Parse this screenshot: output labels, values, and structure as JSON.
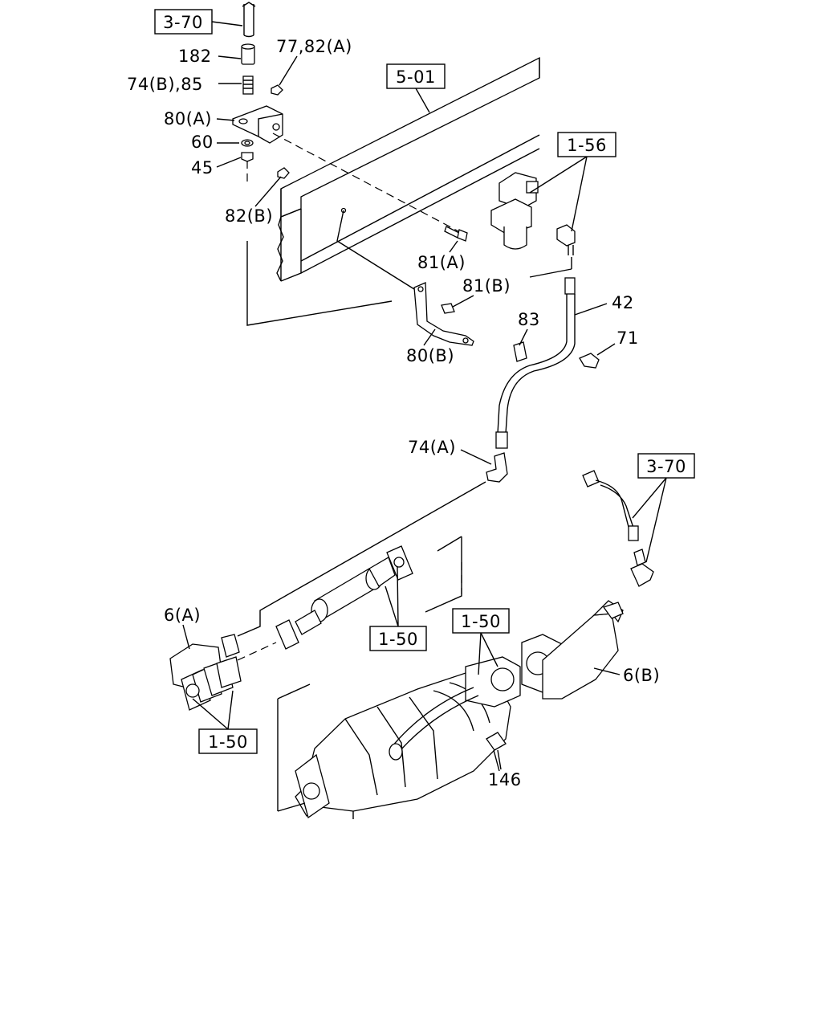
{
  "callouts": {
    "ref_3_70_top": "3-70",
    "ref_5_01": "5-01",
    "ref_1_56": "1-56",
    "ref_3_70_right": "3-70",
    "ref_1_50_mid": "1-50",
    "ref_1_50_right": "1-50",
    "ref_1_50_left": "1-50"
  },
  "labels": {
    "p182": "182",
    "p77_82a": "77,82(A)",
    "p74b_85": "74(B),85",
    "p80a": "80(A)",
    "p60": "60",
    "p45": "45",
    "p82b": "82(B)",
    "p81a": "81(A)",
    "p81b": "81(B)",
    "p80b": "80(B)",
    "p83": "83",
    "p42": "42",
    "p71": "71",
    "p74a": "74(A)",
    "p6a": "6(A)",
    "p6b": "6(B)",
    "p146": "146"
  }
}
